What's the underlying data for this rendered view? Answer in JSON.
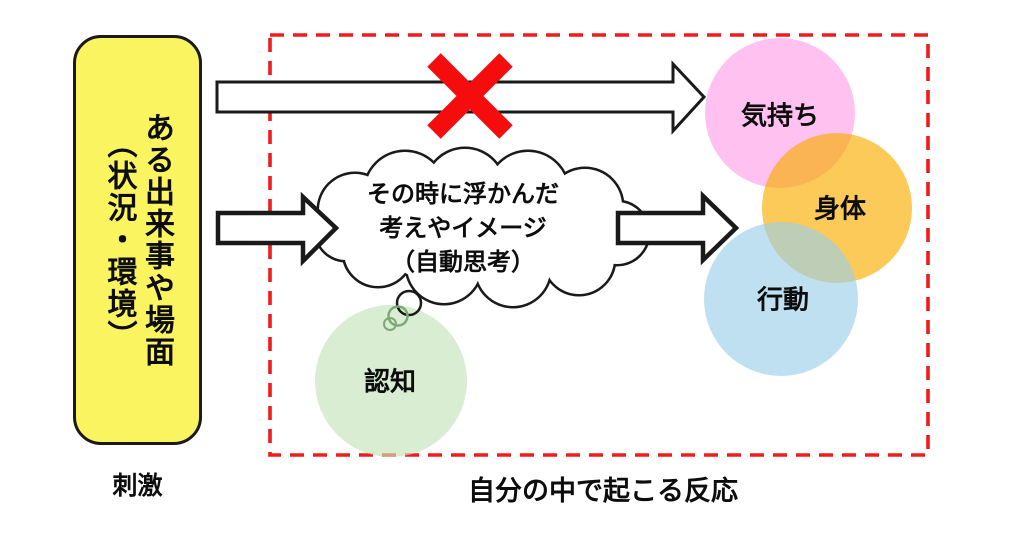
{
  "diagram": {
    "title_none": "",
    "stimulus": {
      "line1": "ある出来事や場面",
      "line2": "（状況・環境）",
      "caption": "刺激"
    },
    "thought_cloud": {
      "line1": "その時に浮かんだ",
      "line2": "考えやイメージ",
      "line3": "（自動思考）"
    },
    "reaction_circles": {
      "feelings": "気持ち",
      "body": "身体",
      "behavior": "行動",
      "cognition": "認知"
    },
    "reaction_caption": "自分の中で起こる反応",
    "icons": {
      "x_mark": "blocked-path-x",
      "arrows": [
        "blocked-arrow-right",
        "arrow-to-thought",
        "arrow-to-reactions"
      ]
    },
    "colors": {
      "stimulus_fill": "#f9f45f",
      "boundary_red": "#f21b1b",
      "x_mark_red": "#f50d0d",
      "feelings_pink": "#ffc1f0",
      "body_orange": "#fbca59",
      "behavior_blue": "#c0e2f4",
      "cognition_green": "#d8ecd1",
      "outline_black": "#1a1a1a"
    }
  }
}
